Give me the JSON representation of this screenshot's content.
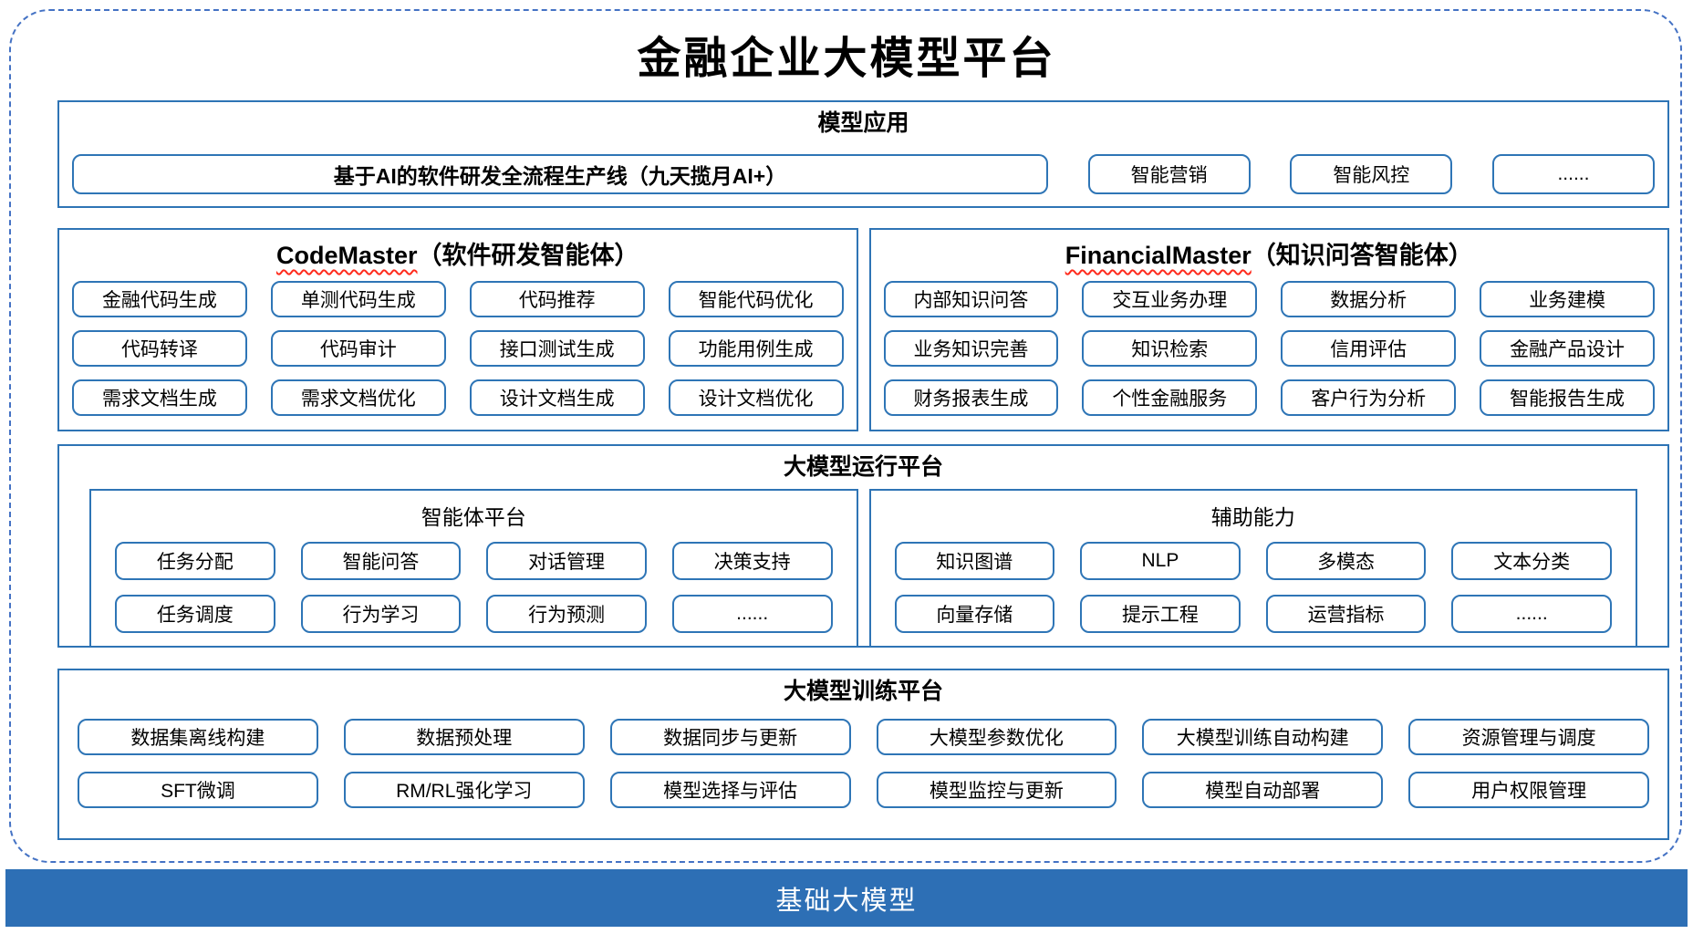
{
  "title": "金融企业大模型平台",
  "model_app": {
    "header": "模型应用",
    "main_item": "基于AI的软件研发全流程生产线（九天揽月AI+）",
    "items": [
      "智能营销",
      "智能风控",
      "......"
    ]
  },
  "code_master": {
    "name": "CodeMaster",
    "subtitle": "（软件研发智能体）",
    "items": [
      "金融代码生成",
      "单测代码生成",
      "代码推荐",
      "智能代码优化",
      "代码转译",
      "代码审计",
      "接口测试生成",
      "功能用例生成",
      "需求文档生成",
      "需求文档优化",
      "设计文档生成",
      "设计文档优化"
    ]
  },
  "financial_master": {
    "name": "FinancialMaster",
    "subtitle": "（知识问答智能体）",
    "items": [
      "内部知识问答",
      "交互业务办理",
      "数据分析",
      "业务建模",
      "业务知识完善",
      "知识检索",
      "信用评估",
      "金融产品设计",
      "财务报表生成",
      "个性金融服务",
      "客户行为分析",
      "智能报告生成"
    ]
  },
  "runtime": {
    "header": "大模型运行平台",
    "agent_platform": {
      "title": "智能体平台",
      "items": [
        "任务分配",
        "智能问答",
        "对话管理",
        "决策支持",
        "任务调度",
        "行为学习",
        "行为预测",
        "......"
      ]
    },
    "aux_ability": {
      "title": "辅助能力",
      "items": [
        "知识图谱",
        "NLP",
        "多模态",
        "文本分类",
        "向量存储",
        "提示工程",
        "运营指标",
        "......"
      ]
    }
  },
  "training": {
    "header": "大模型训练平台",
    "items": [
      "数据集离线构建",
      "数据预处理",
      "数据同步与更新",
      "大模型参数优化",
      "大模型训练自动构建",
      "资源管理与调度",
      "SFT微调",
      "RM/RL强化学习",
      "模型选择与评估",
      "模型监控与更新",
      "模型自动部署",
      "用户权限管理"
    ]
  },
  "base_bar": {
    "label": "基础大模型"
  },
  "colors": {
    "frame_dash": "#4472C4",
    "section_border": "#2E74B5",
    "item_border": "#2E75B6",
    "spellcheck": "#FF2B1C",
    "base_bar_bg": "#2D6FB5",
    "base_bar_text": "#FFFFFF"
  }
}
